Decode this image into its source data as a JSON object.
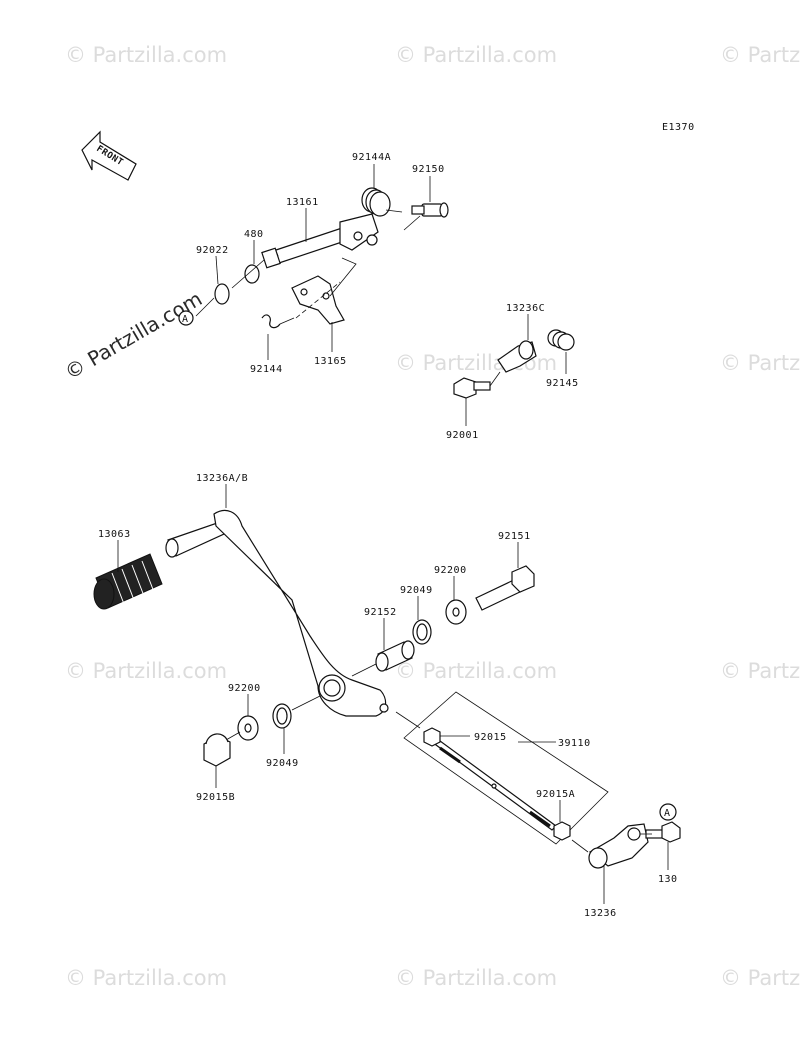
{
  "diagram_code": "E1370",
  "front_label": "FRONT",
  "watermark": "© Partzilla.com",
  "parts": {
    "p92144A": "92144A",
    "p92150": "92150",
    "p13161": "13161",
    "p480": "480",
    "p92022": "92022",
    "p92144": "92144",
    "p13165": "13165",
    "p13236C": "13236C",
    "p92145": "92145",
    "p92001": "92001",
    "p13236AB": "13236A/B",
    "p13063": "13063",
    "p92151": "92151",
    "p92200a": "92200",
    "p92049a": "92049",
    "p92152": "92152",
    "p92200b": "92200",
    "p92049b": "92049",
    "p92015B": "92015B",
    "p92015": "92015",
    "p39110": "39110",
    "p92015A": "92015A",
    "p13236": "13236",
    "p130": "130"
  },
  "ref_marker": "A"
}
